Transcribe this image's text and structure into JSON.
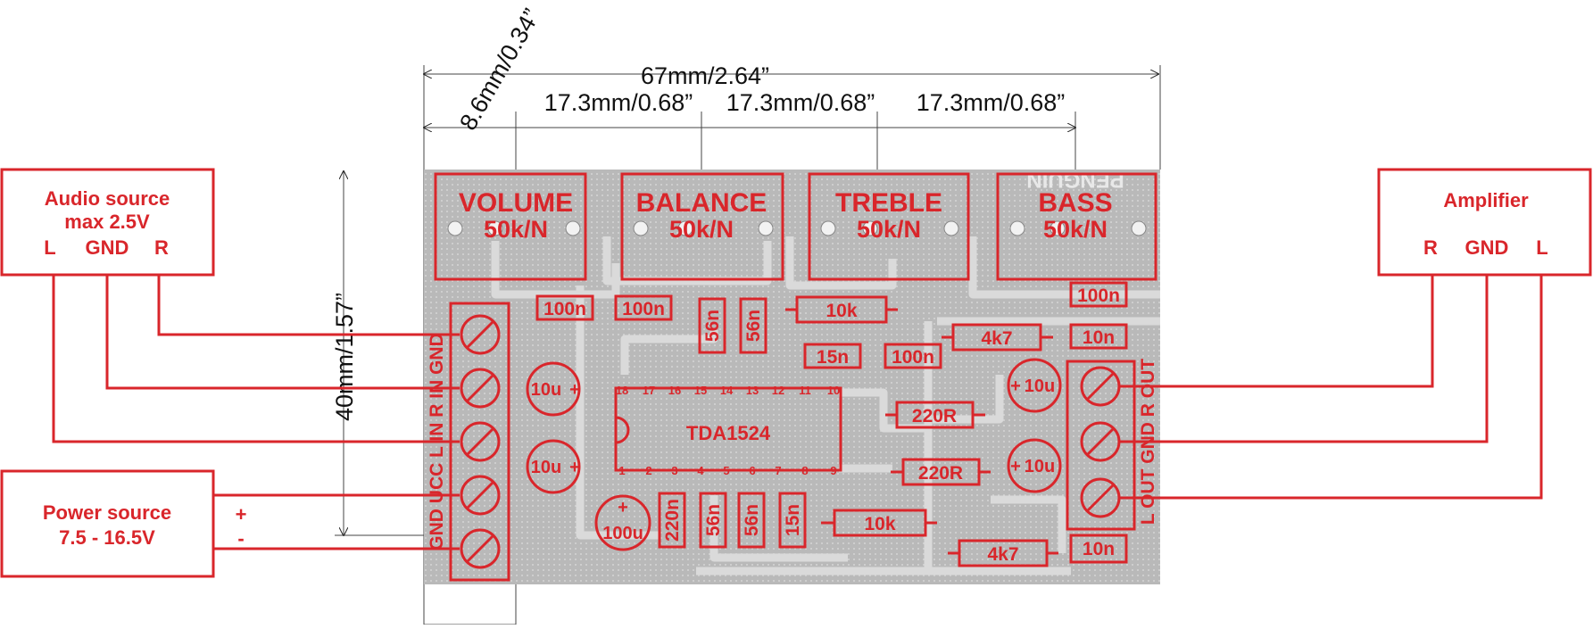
{
  "dimensions": {
    "overall": "67mm/2.64”",
    "offset": "8.6mm/0.34”",
    "spacing": [
      "17.3mm/0.68”",
      "17.3mm/0.68”",
      "17.3mm/0.68”"
    ],
    "height": "40mm/1.57”"
  },
  "external": {
    "audio": {
      "line1": "Audio source",
      "line2": "max 2.5V",
      "pins": [
        "L",
        "GND",
        "R"
      ]
    },
    "power": {
      "line1": "Power source",
      "line2": "7.5 - 16.5V",
      "plus": "+",
      "minus": "-"
    },
    "amp": {
      "title": "Amplifier",
      "pins": [
        "R",
        "GND",
        "L"
      ]
    }
  },
  "pots": [
    {
      "name": "VOLUME",
      "value": "50k/N"
    },
    {
      "name": "BALANCE",
      "value": "50k/N"
    },
    {
      "name": "TREBLE",
      "value": "50k/N"
    },
    {
      "name": "BASS",
      "value": "50k/N"
    }
  ],
  "watermark": "PENGUIN",
  "chip": {
    "name": "TDA1524",
    "top_pins": [
      "18",
      "17",
      "16",
      "15",
      "14",
      "13",
      "12",
      "11",
      "10"
    ],
    "bottom_pins": [
      "1",
      "2",
      "3",
      "4",
      "5",
      "6",
      "7",
      "8",
      "9"
    ]
  },
  "left_connector_label": "GND UCC L IN R IN GND",
  "right_connector_label": "L OUT GND R OUT",
  "components": {
    "c1": "100n",
    "c2": "100n",
    "c3": "56n",
    "c4": "56n",
    "r1": "10k",
    "c5": "100n",
    "r2": "4k7",
    "c6": "10n",
    "c7": "15n",
    "c8": "100n",
    "e1": "10u",
    "e2": "10u",
    "e3": "10u",
    "e4": "10u",
    "r3": "220R",
    "r4": "220R",
    "e5": "100u",
    "c9": "220n",
    "c10": "56n",
    "c11": "56n",
    "c12": "15n",
    "r5": "10k",
    "r6": "4k7",
    "c13": "10n"
  }
}
